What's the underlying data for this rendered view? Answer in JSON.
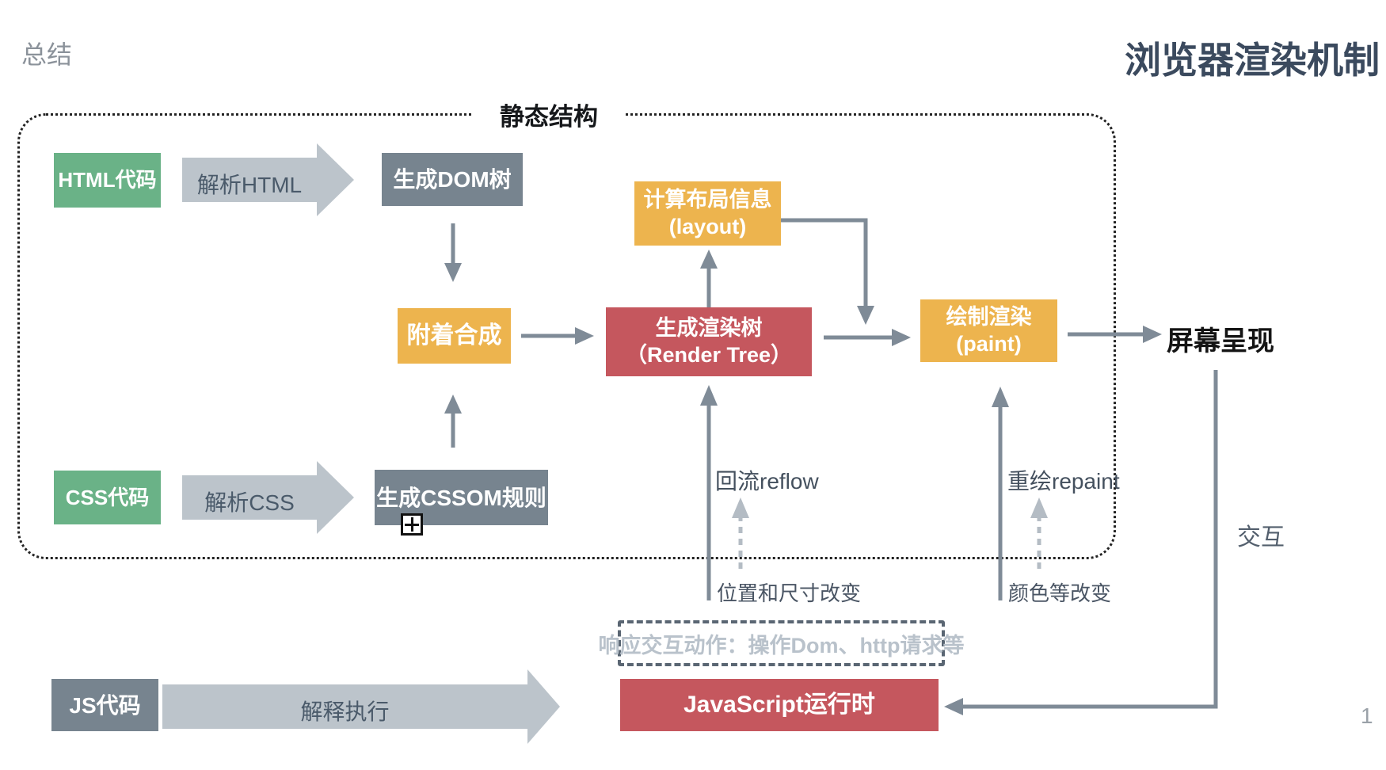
{
  "page": {
    "summary_label": "总结",
    "title": "浏览器渲染机制",
    "page_number": "1"
  },
  "static_box": {
    "label": "静态结构"
  },
  "html_row": {
    "source": "HTML代码",
    "arrow_label": "解析HTML",
    "result": "生成DOM树"
  },
  "css_row": {
    "source": "CSS代码",
    "arrow_label": "解析CSS",
    "result": "生成CSSOM规则"
  },
  "js_row": {
    "source": "JS代码",
    "arrow_label": "解释执行",
    "runtime": "JavaScript运行时"
  },
  "attach": {
    "label": "附着合成"
  },
  "layout_box": {
    "line1": "计算布局信息",
    "line2": "(layout)"
  },
  "render_tree": {
    "line1": "生成渲染树",
    "line2": "（Render Tree）"
  },
  "paint": {
    "line1": "绘制渲染",
    "line2": "(paint)"
  },
  "screen": {
    "label": "屏幕呈现"
  },
  "reflow": {
    "label": "回流reflow",
    "cause": "位置和尺寸改变"
  },
  "repaint": {
    "label": "重绘repaint",
    "cause": "颜色等改变"
  },
  "interaction": {
    "label": "交互",
    "response": "响应交互动作：操作Dom、http请求等"
  },
  "colors": {
    "source_green": "#6ab287",
    "result_slate": "#77848f",
    "stage_orange": "#edb44e",
    "highlight_red": "#c5575e",
    "connector_gray": "#7f8b97",
    "process_arrow_gray": "#bcc4cb",
    "trigger_dashed_gray": "#b4bcc4",
    "title_dark": "#3b4a5e",
    "dashed_border": "#5a6673",
    "dashed_text": "#b9c2cb"
  }
}
